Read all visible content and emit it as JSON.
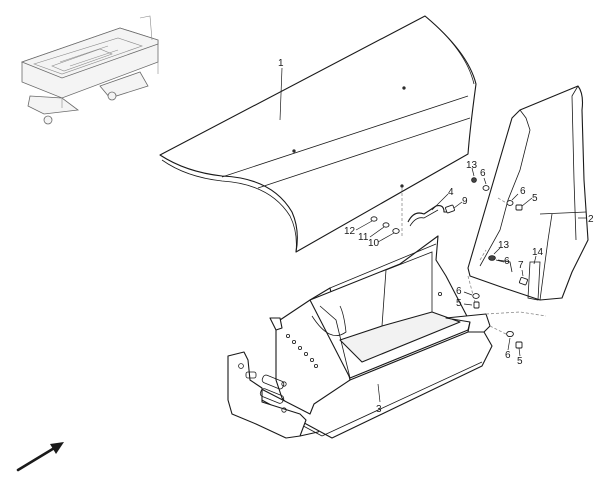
{
  "callouts": {
    "c1": "1",
    "c2": "2",
    "c3": "3",
    "c4": "4",
    "c5a": "5",
    "c5b": "5",
    "c5c": "5",
    "c6a": "6",
    "c6b": "6",
    "c6c": "6",
    "c6d": "6",
    "c6e": "6",
    "c7": "7",
    "c9": "9",
    "c10": "10",
    "c11": "11",
    "c12": "12",
    "c13a": "13",
    "c13b": "13",
    "c14": "14"
  },
  "icons": {
    "orientation_arrow": "direction-arrow-icon",
    "overview_thumbnail": "machine-overview-icon"
  },
  "colors": {
    "line": "#1a1a1a",
    "hidden_line": "#8a8a8a",
    "background": "#ffffff"
  }
}
